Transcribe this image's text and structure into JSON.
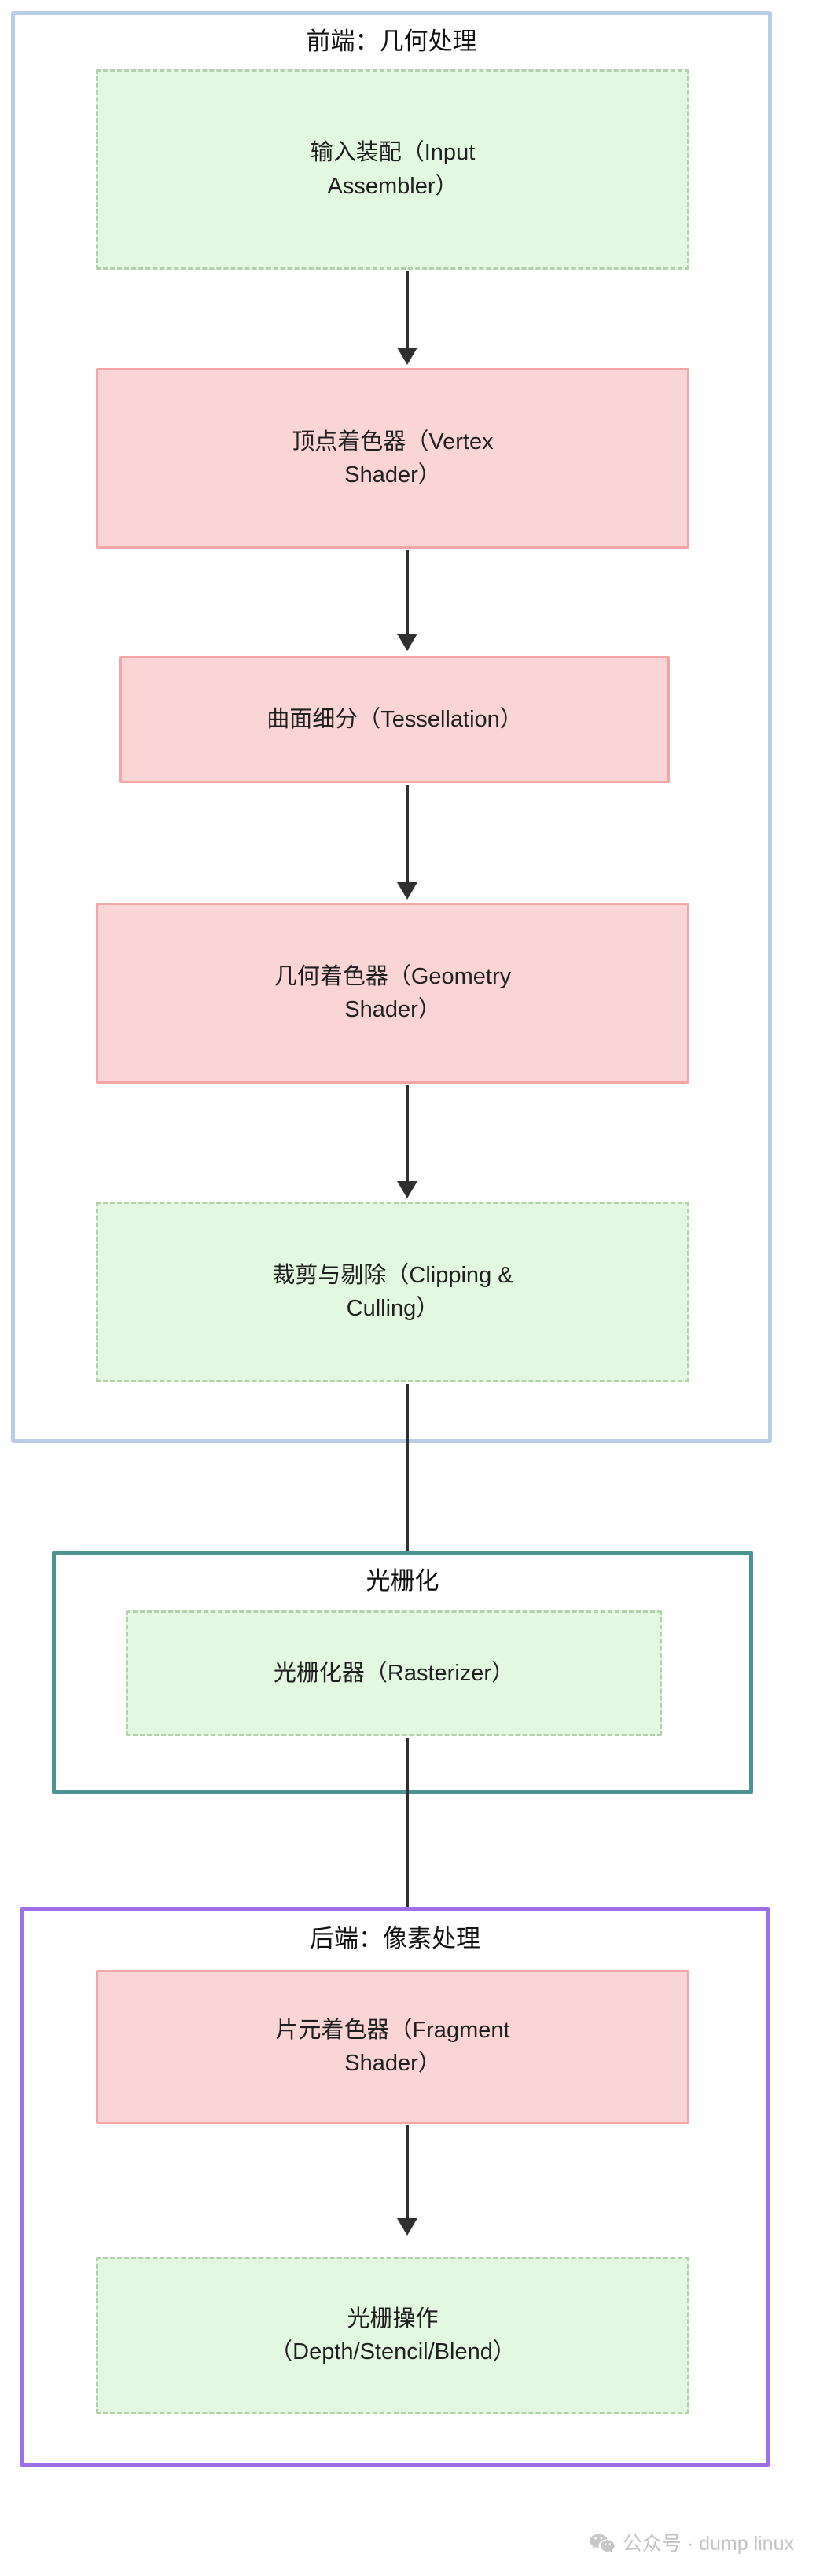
{
  "diagram": {
    "type": "flowchart",
    "direction": "top-to-bottom",
    "title_visible": false,
    "colors": {
      "frontend_border": "#b9cce5",
      "raster_border": "#4d9393",
      "backend_border": "#9d6fe8",
      "node_green_fill": "#e3f8e0",
      "node_green_border": "#b3cfae",
      "node_pink_fill": "#fbd5d5",
      "node_pink_border": "#f4a6a6",
      "arrow": "#303030",
      "text": "#1f1f1f",
      "watermark": "#c3c3c3"
    },
    "groups": [
      {
        "id": "frontend",
        "title": "前端：几何处理",
        "border_color": "#b9cce5",
        "nodes": [
          {
            "id": "input-assembler",
            "style": "green-dashed",
            "line1": "输入装配（Input",
            "line2": "Assembler）"
          },
          {
            "id": "vertex-shader",
            "style": "pink-solid",
            "line1": "顶点着色器（Vertex",
            "line2": "Shader）"
          },
          {
            "id": "tessellation",
            "style": "pink-solid",
            "line1": "曲面细分（Tessellation）",
            "line2": ""
          },
          {
            "id": "geometry-shader",
            "style": "pink-solid",
            "line1": "几何着色器（Geometry",
            "line2": "Shader）"
          },
          {
            "id": "clipping-culling",
            "style": "green-dashed",
            "line1": "裁剪与剔除（Clipping &",
            "line2": "Culling）"
          }
        ]
      },
      {
        "id": "rasterization",
        "title": "光栅化",
        "border_color": "#4d9393",
        "nodes": [
          {
            "id": "rasterizer",
            "style": "green-dashed",
            "line1": "光栅化器（Rasterizer）",
            "line2": ""
          }
        ]
      },
      {
        "id": "backend",
        "title": "后端：像素处理",
        "border_color": "#9d6fe8",
        "nodes": [
          {
            "id": "fragment-shader",
            "style": "pink-solid",
            "line1": "片元着色器（Fragment",
            "line2": "Shader）"
          },
          {
            "id": "raster-ops",
            "style": "green-dashed",
            "line1": "光栅操作",
            "line2": "（Depth/Stencil/Blend）"
          }
        ]
      }
    ],
    "edges": [
      {
        "from": "input-assembler",
        "to": "vertex-shader"
      },
      {
        "from": "vertex-shader",
        "to": "tessellation"
      },
      {
        "from": "tessellation",
        "to": "geometry-shader"
      },
      {
        "from": "geometry-shader",
        "to": "clipping-culling"
      },
      {
        "from": "clipping-culling",
        "to": "rasterizer"
      },
      {
        "from": "rasterizer",
        "to": "fragment-shader"
      },
      {
        "from": "fragment-shader",
        "to": "raster-ops"
      }
    ]
  },
  "watermark": {
    "icon": "wechat-icon",
    "text": "公众号 · dump linux"
  }
}
